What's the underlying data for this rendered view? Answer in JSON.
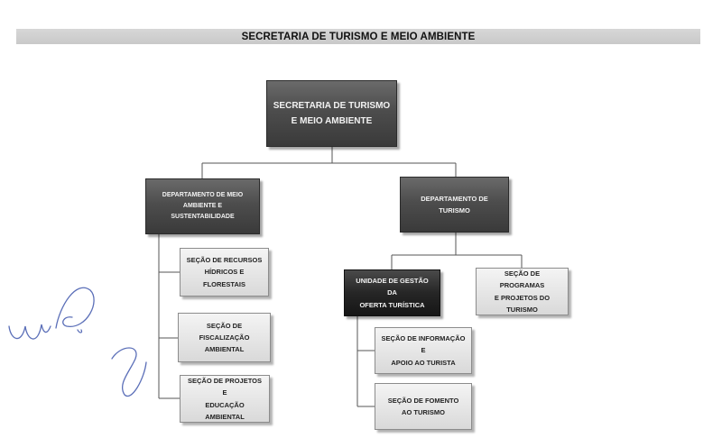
{
  "header": {
    "title": "SECRETARIA DE TURISMO E MEIO AMBIENTE"
  },
  "org_chart": {
    "root": "SECRETARIA DE TURISMO\nE MEIO AMBIENTE",
    "dept_meio_ambiente": "DEPARTAMENTO DE MEIO\nAMBIENTE E SUSTENTABILIDADE",
    "dept_turismo": "DEPARTAMENTO DE\nTURISMO",
    "secao_recursos": "SEÇÃO DE RECURSOS\nHÍDRICOS E FLORESTAIS",
    "secao_fiscalizacao": "SEÇÃO DE FISCALIZAÇÃO\nAMBIENTAL",
    "secao_projetos_educacao": "SEÇÃO DE PROJETOS E\nEDUCAÇÃO AMBIENTAL",
    "unidade_gestao": "UNIDADE DE GESTÃO DA\nOFERTA TURÍSTICA",
    "secao_programas": "SEÇÃO DE PROGRAMAS\nE PROJETOS DO TURISMO",
    "secao_informacao": "SEÇÃO DE INFORMAÇÃO E\nAPOIO AO TURISTA",
    "secao_fomento": "SEÇÃO DE FOMENTO\nAO TURISMO"
  },
  "colors": {
    "dark_box": "#4d4d4d",
    "deep_box": "#262626",
    "light_box": "#e4e4e4",
    "header_bar": "#cfcfcf",
    "connector": "#555555",
    "signature_ink": "#5b6fb8"
  }
}
